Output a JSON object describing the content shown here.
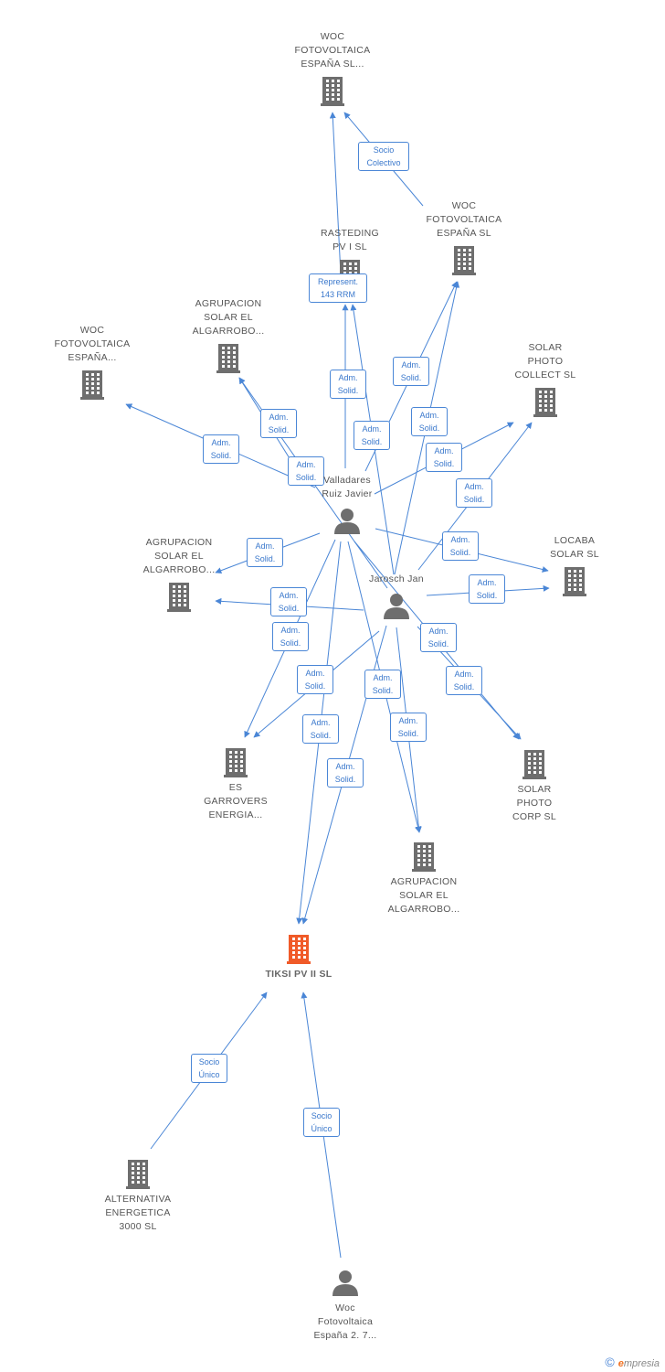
{
  "colors": {
    "edge": "#4a86d6",
    "company": "#6e6e6e",
    "focus": "#f05a28",
    "person": "#6e6e6e"
  },
  "nodes": [
    {
      "id": "woc_top",
      "type": "company",
      "label": "WOC\nFOTOVOLTAICA\nESPAÑA SL..."
    },
    {
      "id": "woc_es",
      "type": "company",
      "label": "WOC\nFOTOVOLTAICA\nESPAÑA SL"
    },
    {
      "id": "rasteding",
      "type": "company",
      "label": "RASTEDING\nPV I SL"
    },
    {
      "id": "agr1",
      "type": "company",
      "label": "AGRUPACION\nSOLAR EL\nALGARROBO..."
    },
    {
      "id": "woc_left",
      "type": "company",
      "label": "WOC\nFOTOVOLTAICA\nESPAÑA..."
    },
    {
      "id": "solar_collect",
      "type": "company",
      "label": "SOLAR\nPHOTO\nCOLLECT SL"
    },
    {
      "id": "valladares",
      "type": "person",
      "label": "Valladares\nRuiz Javier"
    },
    {
      "id": "agr2",
      "type": "company",
      "label": "AGRUPACION\nSOLAR EL\nALGARROBO..."
    },
    {
      "id": "locaba",
      "type": "company",
      "label": "LOCABA\nSOLAR SL"
    },
    {
      "id": "jarosch",
      "type": "person",
      "label": "Jarosch Jan"
    },
    {
      "id": "es_garrovers",
      "type": "company",
      "label": "ES\nGARROVERS\nENERGIA..."
    },
    {
      "id": "solar_corp",
      "type": "company",
      "label": "SOLAR\nPHOTO\nCORP SL"
    },
    {
      "id": "agr3",
      "type": "company",
      "label": "AGRUPACION\nSOLAR EL\nALGARROBO..."
    },
    {
      "id": "tiksi",
      "type": "focus",
      "label": "TIKSI PV II SL"
    },
    {
      "id": "alternativa",
      "type": "company",
      "label": "ALTERNATIVA\nENERGETICA\n3000 SL"
    },
    {
      "id": "woc_person",
      "type": "person",
      "label": "Woc\nFotovoltaica\nEspaña 2. 7..."
    }
  ],
  "edges": [
    {
      "from": "woc_es",
      "to": "woc_top",
      "label": "Socio\nColectivo"
    },
    {
      "from": "rasteding",
      "to": "woc_top",
      "label": "Represent.\n143 RRM"
    },
    {
      "from": "valladares",
      "to": "woc_left",
      "label": "Adm.\nSolid."
    },
    {
      "from": "valladares",
      "to": "agr1",
      "label": "Adm.\nSolid."
    },
    {
      "from": "jarosch",
      "to": "agr1",
      "label": "Adm.\nSolid."
    },
    {
      "from": "valladares",
      "to": "rasteding",
      "label": "Adm.\nSolid."
    },
    {
      "from": "jarosch",
      "to": "rasteding",
      "label": "Adm.\nSolid."
    },
    {
      "from": "valladares",
      "to": "woc_es",
      "label": "Adm.\nSolid."
    },
    {
      "from": "jarosch",
      "to": "woc_es",
      "label": "Adm.\nSolid."
    },
    {
      "from": "valladares",
      "to": "solar_collect",
      "label": "Adm.\nSolid."
    },
    {
      "from": "jarosch",
      "to": "solar_collect",
      "label": "Adm.\nSolid."
    },
    {
      "from": "valladares",
      "to": "agr2",
      "label": "Adm.\nSolid."
    },
    {
      "from": "jarosch",
      "to": "agr2",
      "label": "Adm.\nSolid."
    },
    {
      "from": "valladares",
      "to": "locaba",
      "label": "Adm.\nSolid."
    },
    {
      "from": "jarosch",
      "to": "locaba",
      "label": "Adm.\nSolid."
    },
    {
      "from": "valladares",
      "to": "es_garrovers",
      "label": "Adm.\nSolid."
    },
    {
      "from": "jarosch",
      "to": "es_garrovers",
      "label": "Adm.\nSolid."
    },
    {
      "from": "valladares",
      "to": "solar_corp",
      "label": "Adm.\nSolid."
    },
    {
      "from": "jarosch",
      "to": "solar_corp",
      "label": "Adm.\nSolid."
    },
    {
      "from": "valladares",
      "to": "agr3",
      "label": "Adm.\nSolid."
    },
    {
      "from": "jarosch",
      "to": "agr3",
      "label": "Adm.\nSolid."
    },
    {
      "from": "valladares",
      "to": "tiksi",
      "label": "Adm.\nSolid."
    },
    {
      "from": "jarosch",
      "to": "tiksi",
      "label": "Adm.\nSolid."
    },
    {
      "from": "alternativa",
      "to": "tiksi",
      "label": "Socio\nÚnico"
    },
    {
      "from": "woc_person",
      "to": "tiksi",
      "label": "Socio\nÚnico"
    }
  ],
  "watermark": {
    "symbol": "©",
    "brand_initial": "e",
    "brand_rest": "mpresia"
  }
}
